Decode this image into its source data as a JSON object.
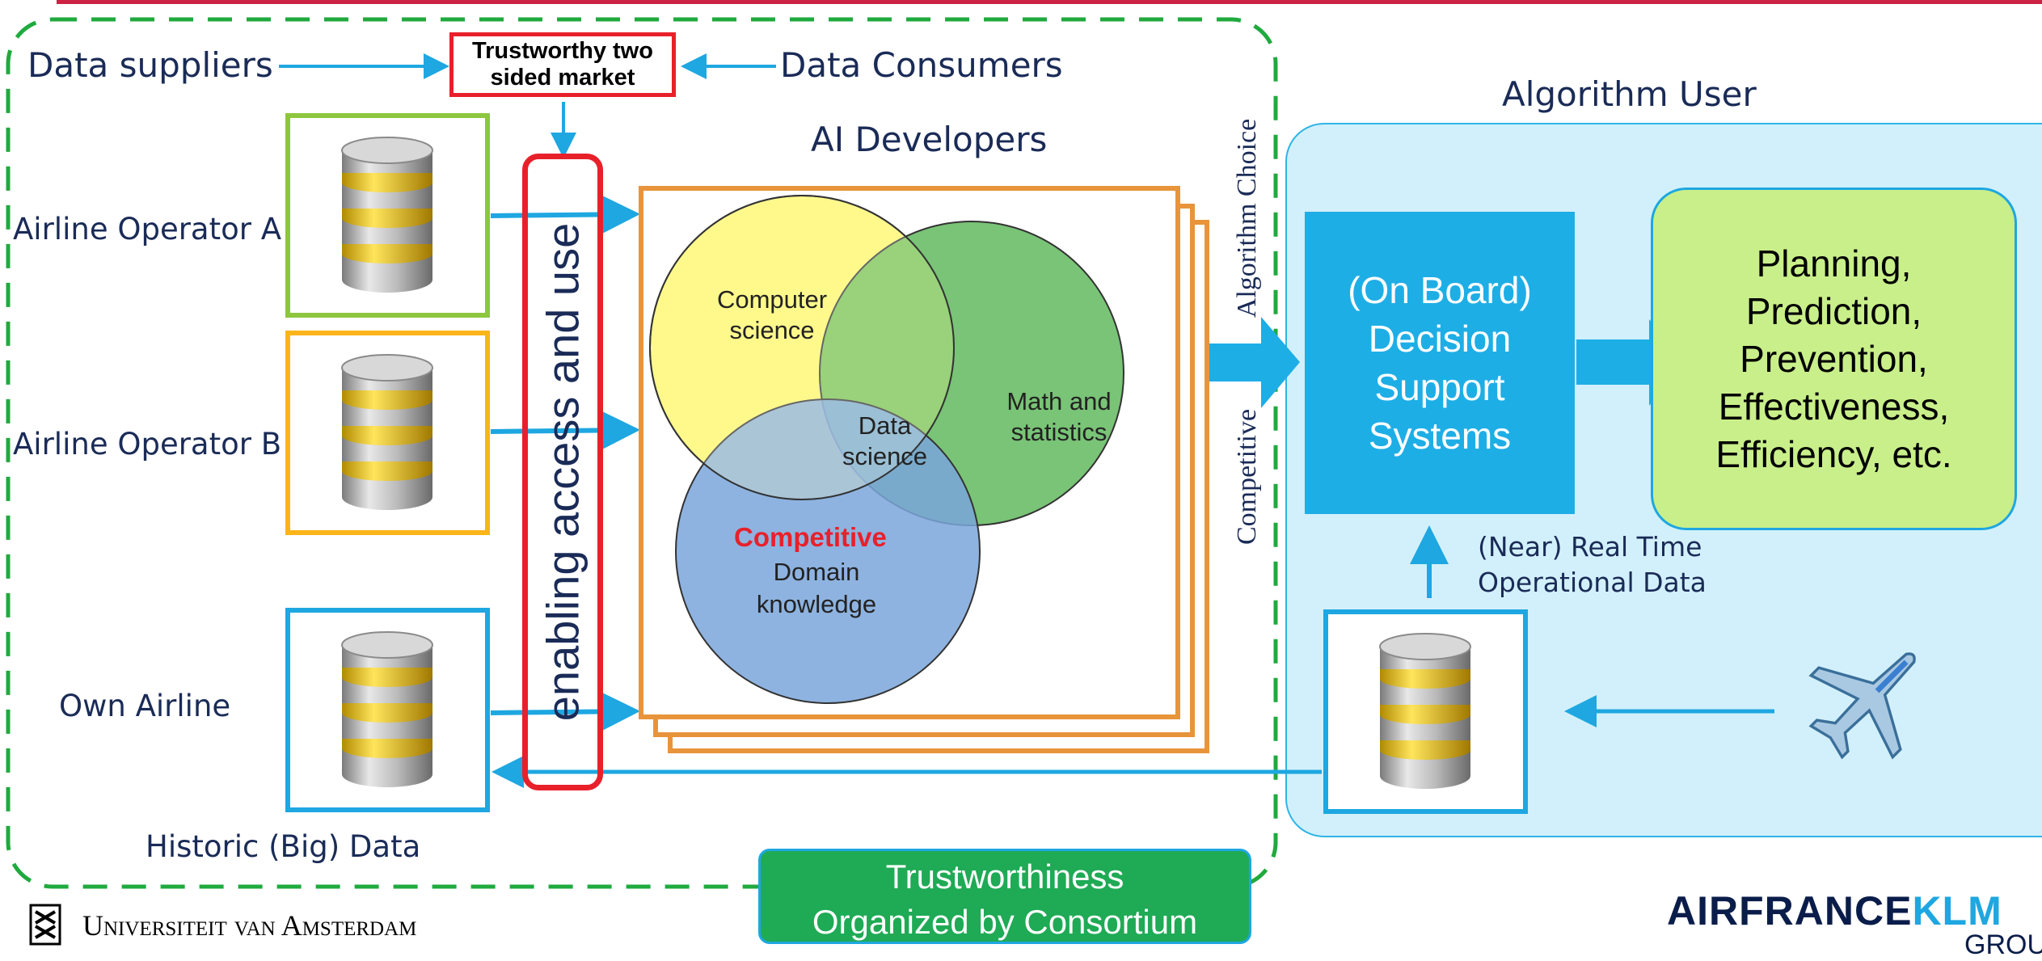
{
  "labels": {
    "data_suppliers": "Data suppliers",
    "data_consumers": "Data Consumers",
    "market": "Trustworthy two sided market",
    "ai_developers": "AI Developers",
    "airline_a": "Airline Operator A",
    "airline_b": "Airline Operator B",
    "own_airline": "Own Airline",
    "historic_data": "Historic (Big) Data",
    "enabling": "enabling access and use",
    "algorithm_choice": "Algorithm Choice",
    "competitive_side": "Competitive",
    "algorithm_user": "Algorithm User",
    "dss": "(On Board) Decision Support Systems",
    "outcomes": "Planning, Prediction, Prevention, Effectiveness, Efficiency, etc.",
    "realtime": "(Near) Real Time Operational Data",
    "trustworthiness_line1": "Trustworthiness",
    "trustworthiness_line2": "Organized by Consortium",
    "uva": "Universiteit van Amsterdam",
    "airfrance": "AIRFRANCE",
    "klm": "KLM",
    "group": "GROUP"
  },
  "venn": {
    "computer_science": "Computer science",
    "math_statistics": "Math and statistics",
    "data_science": "Data science",
    "competitive": "Competitive",
    "domain_knowledge": "Domain knowledge"
  },
  "colors": {
    "accent_blue": "#1ea7e1",
    "dashed_green": "#1faa3e",
    "market_red": "#e8202a",
    "stack_orange": "#e8943a",
    "dss_blue": "#1eaee6",
    "outcome_green": "#c9ef8a",
    "consortium_green": "#1faa55",
    "top_rule": "#cc2244"
  },
  "icons": [
    "database-icon",
    "airplane-icon",
    "uva-logo-icon"
  ]
}
